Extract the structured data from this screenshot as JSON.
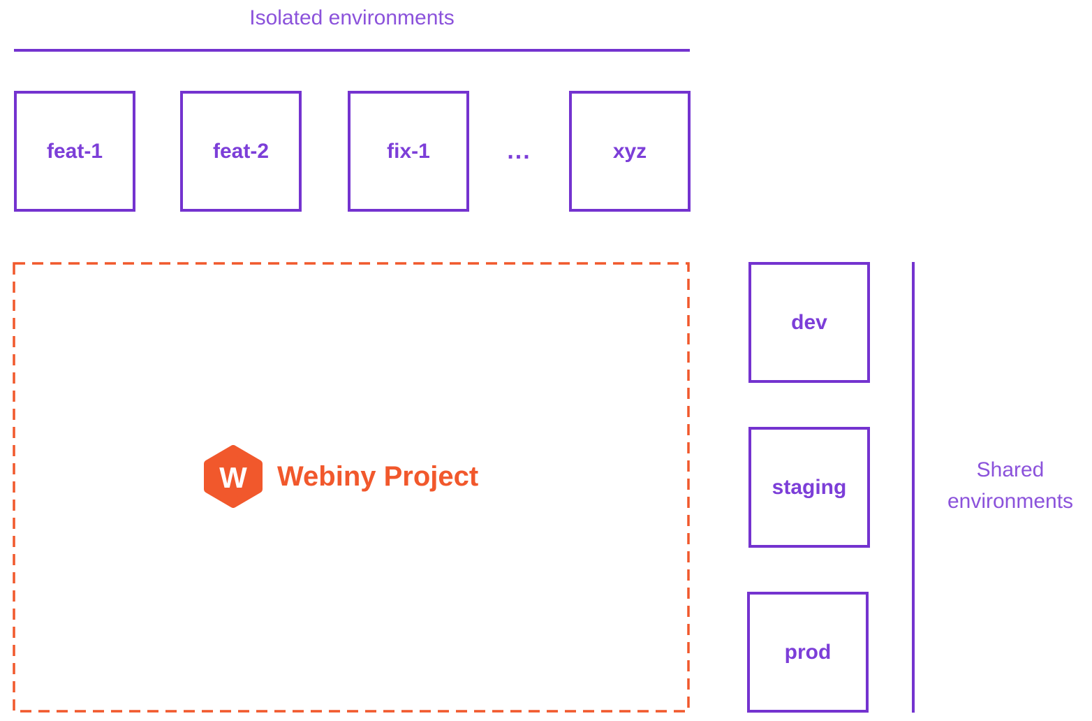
{
  "colors": {
    "purple_stroke": "#7433cf",
    "purple_label": "#7c3ed8",
    "purple_heading": "#8b52db",
    "orange": "#f1582c",
    "white": "#ffffff"
  },
  "isolated": {
    "title": "Isolated environments",
    "items": [
      {
        "label": "feat-1"
      },
      {
        "label": "feat-2"
      },
      {
        "label": "fix-1"
      },
      {
        "label": "xyz"
      }
    ],
    "ellipsis": "..."
  },
  "project": {
    "name": "Webiny Project",
    "logo_letter": "W",
    "logo_icon": "webiny-hexagon-logo"
  },
  "shared": {
    "title": "Shared environments",
    "items": [
      {
        "label": "dev"
      },
      {
        "label": "staging"
      },
      {
        "label": "prod"
      }
    ]
  }
}
